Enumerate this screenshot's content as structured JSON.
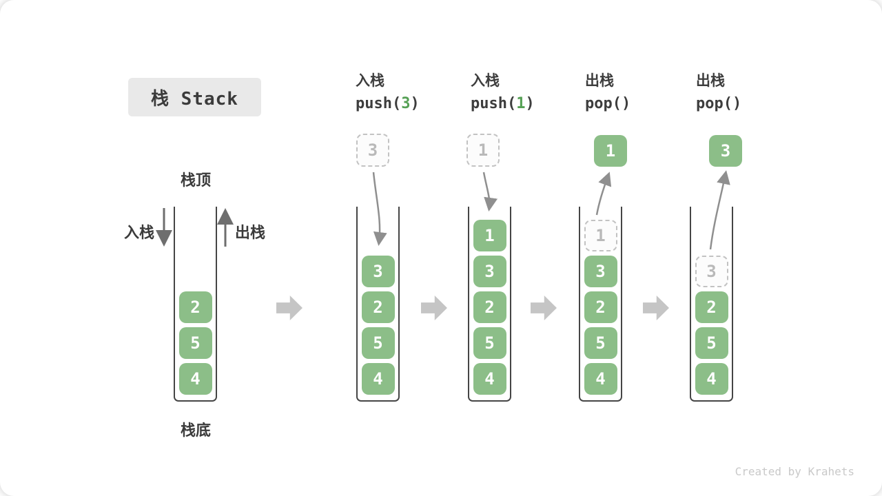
{
  "title": "栈 Stack",
  "labels": {
    "stack_top": "栈顶",
    "stack_bottom": "栈底",
    "push_side": "入栈",
    "pop_side": "出栈"
  },
  "watermark": "Created by Krahets",
  "colors": {
    "element_green": "#8cbe88",
    "code_arg_green": "#55a054",
    "ghost_border": "#c2c2c2",
    "text_dark": "#3b3b3b",
    "arrow_gray": "#8f8f8f",
    "block_arrow_gray": "#c5c5c5"
  },
  "columns": [
    {
      "id": "initial",
      "header": null,
      "floating": null,
      "cells": [
        {
          "v": "2",
          "ghost": false
        },
        {
          "v": "5",
          "ghost": false
        },
        {
          "v": "4",
          "ghost": false
        }
      ]
    },
    {
      "id": "push-3",
      "header": {
        "zh": "入栈",
        "fn": "push(",
        "arg": "3",
        "close": ")"
      },
      "floating": {
        "v": "3",
        "ghost": true
      },
      "cells": [
        {
          "v": "3",
          "ghost": false
        },
        {
          "v": "2",
          "ghost": false
        },
        {
          "v": "5",
          "ghost": false
        },
        {
          "v": "4",
          "ghost": false
        }
      ]
    },
    {
      "id": "push-1",
      "header": {
        "zh": "入栈",
        "fn": "push(",
        "arg": "1",
        "close": ")"
      },
      "floating": {
        "v": "1",
        "ghost": true
      },
      "cells": [
        {
          "v": "1",
          "ghost": false
        },
        {
          "v": "3",
          "ghost": false
        },
        {
          "v": "2",
          "ghost": false
        },
        {
          "v": "5",
          "ghost": false
        },
        {
          "v": "4",
          "ghost": false
        }
      ]
    },
    {
      "id": "pop-1",
      "header": {
        "zh": "出栈",
        "fn": "pop(",
        "arg": "",
        "close": ")"
      },
      "floating": {
        "v": "1",
        "ghost": false
      },
      "cells": [
        {
          "v": "1",
          "ghost": true
        },
        {
          "v": "3",
          "ghost": false
        },
        {
          "v": "2",
          "ghost": false
        },
        {
          "v": "5",
          "ghost": false
        },
        {
          "v": "4",
          "ghost": false
        }
      ]
    },
    {
      "id": "pop-3",
      "header": {
        "zh": "出栈",
        "fn": "pop(",
        "arg": "",
        "close": ")"
      },
      "floating": {
        "v": "3",
        "ghost": false
      },
      "cells": [
        {
          "v": "3",
          "ghost": true
        },
        {
          "v": "2",
          "ghost": false
        },
        {
          "v": "5",
          "ghost": false
        },
        {
          "v": "4",
          "ghost": false
        }
      ]
    }
  ]
}
